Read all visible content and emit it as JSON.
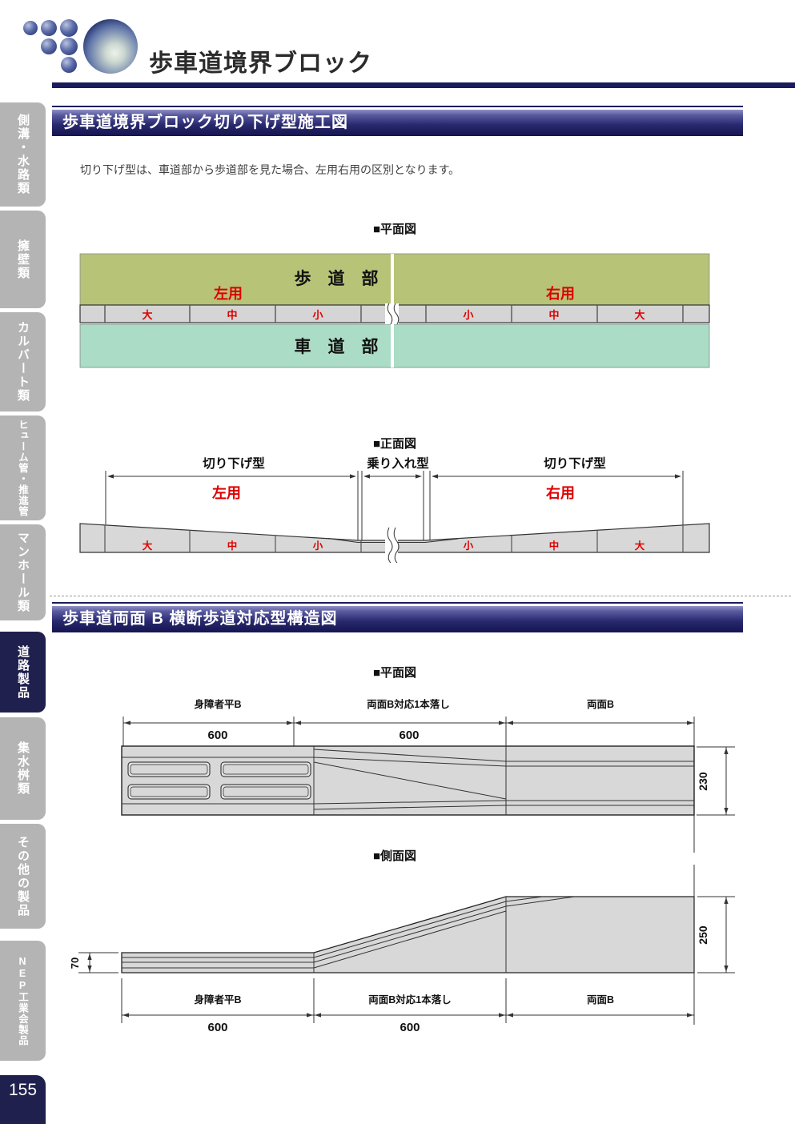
{
  "header": {
    "title": "歩車道境界ブロック"
  },
  "sidebar": {
    "tabs": [
      "側溝・水路類",
      "擁壁類",
      "カルバート類",
      "ヒューム管・推進管",
      "マンホール類",
      "道路製品",
      "集水桝類",
      "その他の製品",
      "NEP工業会製品"
    ],
    "active_tab": "道路製品",
    "page_number": "155"
  },
  "section1": {
    "heading": "歩車道境界ブロック切り下げ型施工図",
    "intro": "切り下げ型は、車道部から歩道部を見た場合、左用右用の区別となります。",
    "left_use": "左用",
    "right_use": "右用",
    "cells_left": [
      "大",
      "中",
      "小"
    ],
    "cells_right": [
      "小",
      "中",
      "大"
    ],
    "plan_view": {
      "label": "■平面図",
      "sidewalk": "歩　道　部",
      "roadway": "車　道　部"
    },
    "front_view": {
      "label": "■正面図",
      "dim_left": "切り下げ型",
      "dim_center": "乗り入れ型",
      "dim_right": "切り下げ型"
    }
  },
  "section2": {
    "heading": "歩車道両面 B 横断歩道対応型構造図",
    "plan_view": {
      "label": "■平面図"
    },
    "side_view": {
      "label": "■側面図"
    },
    "segments": [
      "身障者平B",
      "両面B対応1本落し",
      "両面B"
    ],
    "dim_600": "600",
    "depth": "230",
    "height_low": "70",
    "height_high": "250"
  },
  "colors": {
    "accent_navy": "#1b1b5e",
    "sidewalk_green": "#b7c377",
    "roadway_mint": "#abdcc6",
    "block_gray": "#d8d8d8",
    "dim_red": "#dd0000"
  }
}
